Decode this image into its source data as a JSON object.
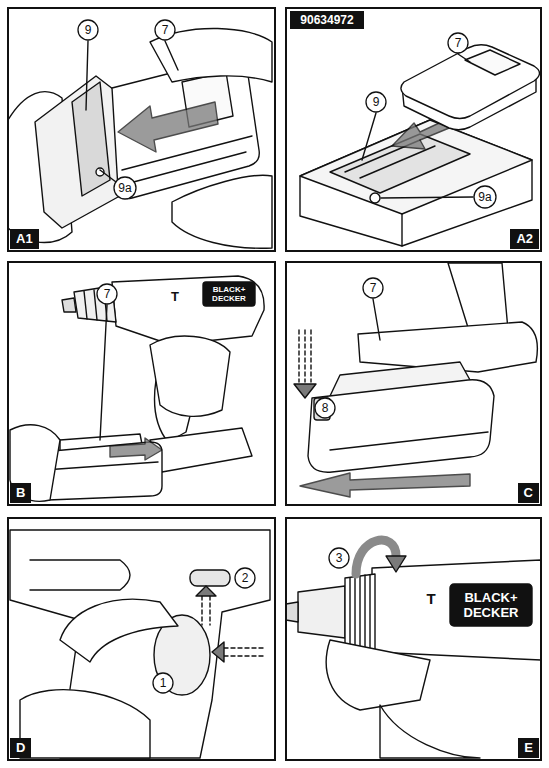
{
  "diagram": {
    "nodes": [
      {
        "text": [
          "A1"
        ]
      },
      {
        "text": [
          "9"
        ],
        "in": 0
      },
      {
        "text": [
          "7"
        ],
        "in": 0
      },
      {
        "text": [
          "9a"
        ],
        "in": 0
      },
      {
        "text": [
          "A2"
        ]
      },
      {
        "text": [
          "90634972"
        ],
        "in": 4
      },
      {
        "text": [
          "7"
        ],
        "in": 4
      },
      {
        "text": [
          "9"
        ],
        "in": 4
      },
      {
        "text": [
          "9a"
        ],
        "in": 4
      },
      {
        "text": [
          "B"
        ]
      },
      {
        "text": [
          "7"
        ],
        "in": 9
      },
      {
        "text": [
          "C"
        ]
      },
      {
        "text": [
          "7"
        ],
        "in": 11
      },
      {
        "text": [
          "8"
        ],
        "in": 11
      },
      {
        "text": [
          "D"
        ]
      },
      {
        "text": [
          "2"
        ],
        "in": 14
      },
      {
        "text": [
          "1"
        ],
        "in": 14
      },
      {
        "text": [
          "E"
        ]
      },
      {
        "text": [
          "3"
        ],
        "in": 17
      }
    ],
    "labels": [
      "T",
      "BLACK+ DECKER",
      "T",
      "BLACK+ DECKER"
    ]
  }
}
